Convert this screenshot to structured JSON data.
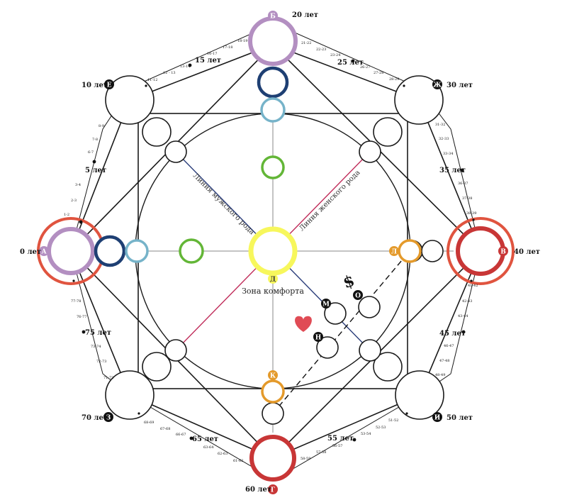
{
  "colors": {
    "line": "#1a1a1a",
    "purple": "#b38fc1",
    "navy": "#1e3f73",
    "skyblue": "#76b3c9",
    "green": "#63b637",
    "yellow": "#f7f75c",
    "red": "#c83636",
    "orange_red": "#e0543f",
    "orange": "#e49a2b",
    "pink_line": "#c02c5a",
    "heart": "#e04b55",
    "dollar": "#2f9f3d"
  },
  "points": {
    "A": "А",
    "B": "Б",
    "V": "В",
    "G": "Г",
    "D": "Д",
    "E": "Е",
    "Zh": "Ж",
    "Z": "З",
    "I": "И",
    "K": "К",
    "L": "Л",
    "M": "М",
    "N": "Н",
    "O": "О"
  },
  "ages": {
    "a0": "0 лет",
    "a5": "5 лет",
    "a10": "10 лет",
    "a15": "15 лет",
    "a20": "20 лет",
    "a25": "25 лет",
    "a30": "30 лет",
    "a35": "35 лет",
    "a40": "40 лет",
    "a45": "45 лет",
    "a50": "50 лет",
    "a55": "55 лет",
    "a60": "60 лет",
    "a65": "65 лет",
    "a70": "70 лет",
    "a75": "75 лет"
  },
  "ranges": {
    "r1": "1-2",
    "r2": "2-3",
    "r3": "3-4",
    "r6": "6-7",
    "r7": "7-8",
    "r8": "8-9",
    "r11": "11-12",
    "r12": "12 - 13",
    "r13": "13-14",
    "r16": "16-17",
    "r17": "17-18",
    "r18": "18-19",
    "r21": "21-22",
    "r22": "22-23",
    "r23": "23-24",
    "r26": "26-27",
    "r27": "27-28",
    "r28": "28-29",
    "r31": "31-32",
    "r32": "32-33",
    "r33": "33-34",
    "r36": "36-37",
    "r37": "37-38",
    "r38": "38-39",
    "r41": "41-42",
    "r42": "42-43",
    "r43": "43-44",
    "r46": "46-47",
    "r47": "47-48",
    "r48": "48-49",
    "r51": "51-52",
    "r52": "52-53",
    "r53": "53-54",
    "r56": "56-57",
    "r57": "57-58",
    "r58": "58-59",
    "r61": "61-62",
    "r62": "62-63",
    "r63": "63-64",
    "r66": "66-67",
    "r67": "67-68",
    "r68": "68-69",
    "r71": "71-72",
    "r72": "72-73",
    "r73": "73-74",
    "r76": "76-77",
    "r77": "77-78"
  },
  "labels": {
    "male_line": "Линия мужского рода",
    "female_line": "Линия женского рода",
    "comfort_zone": "Зона комфорта"
  },
  "icons": {
    "heart": "heart-icon",
    "dollar": "dollar-icon"
  },
  "glyphs": {
    "dollar": "$"
  }
}
